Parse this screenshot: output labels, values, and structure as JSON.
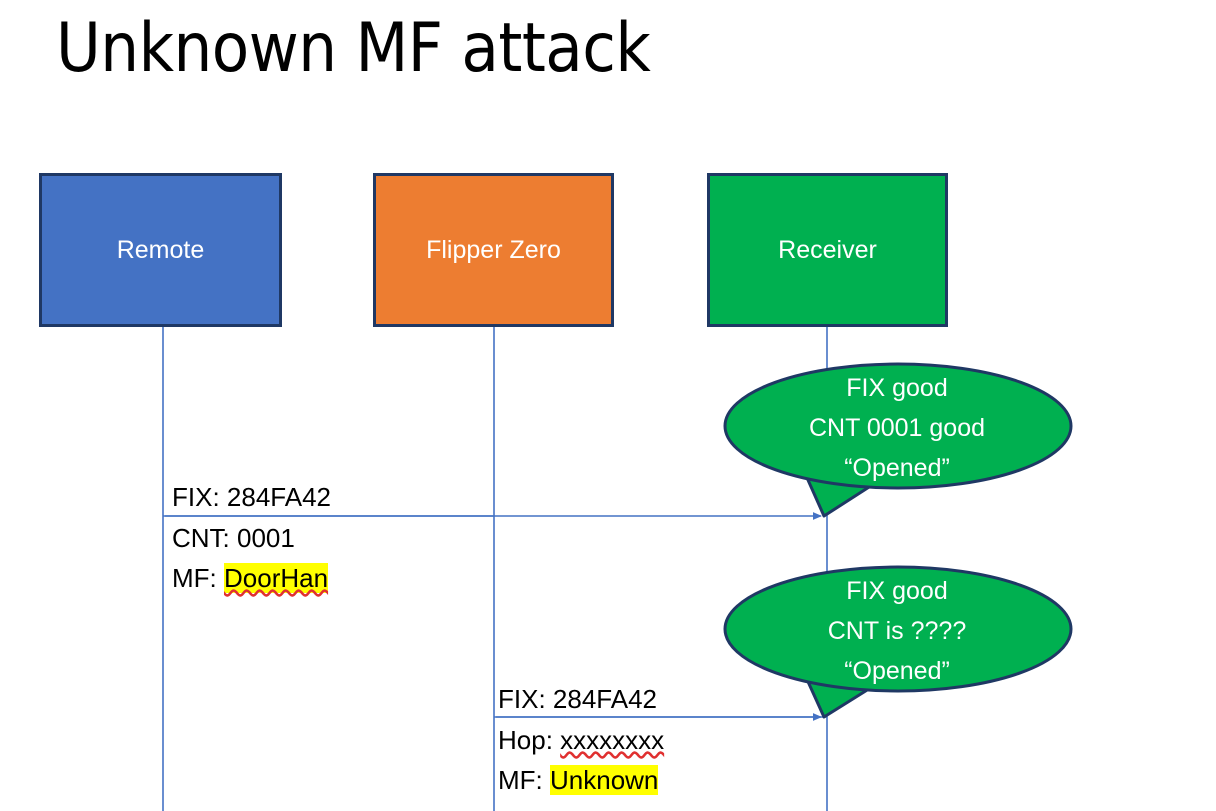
{
  "slide": {
    "title": "Unknown MF attack",
    "background": "#FFFFFF"
  },
  "colors": {
    "remote_fill": "#4472C4",
    "flipper_fill": "#ED7D31",
    "receiver_fill": "#00B050",
    "box_border": "#1F3864",
    "lifeline": "#4472C4",
    "arrow": "#4472C4",
    "highlight": "#FFFF00",
    "text": "#000000",
    "box_text": "#FFFFFF"
  },
  "actors": [
    {
      "id": "remote",
      "label": "Remote"
    },
    {
      "id": "flipper",
      "label": "Flipper Zero"
    },
    {
      "id": "receiver",
      "label": "Receiver"
    }
  ],
  "messages": [
    {
      "id": "msg-1",
      "from": "remote",
      "to": "receiver",
      "line1": "FIX: 284FA42",
      "line2": "CNT: 0001",
      "line3_prefix": "MF: ",
      "line3_value": "DoorHan",
      "line3_highlighted": true,
      "line3_spellcheck_flag": true
    },
    {
      "id": "msg-2",
      "from": "flipper",
      "to": "receiver",
      "line1": "FIX: 284FA42",
      "line2_prefix": "Hop: ",
      "line2_value": "xxxxxxxx",
      "line2_spellcheck_flag": true,
      "line3_prefix": "MF: ",
      "line3_value": "Unknown",
      "line3_highlighted": true
    }
  ],
  "bubbles": [
    {
      "id": "bubble-1",
      "owner": "receiver",
      "line1": "FIX good",
      "line2": "CNT 0001 good",
      "line3": "“Opened”"
    },
    {
      "id": "bubble-2",
      "owner": "receiver",
      "line1": "FIX good",
      "line2": "CNT is ????",
      "line3": "“Opened”"
    }
  ]
}
